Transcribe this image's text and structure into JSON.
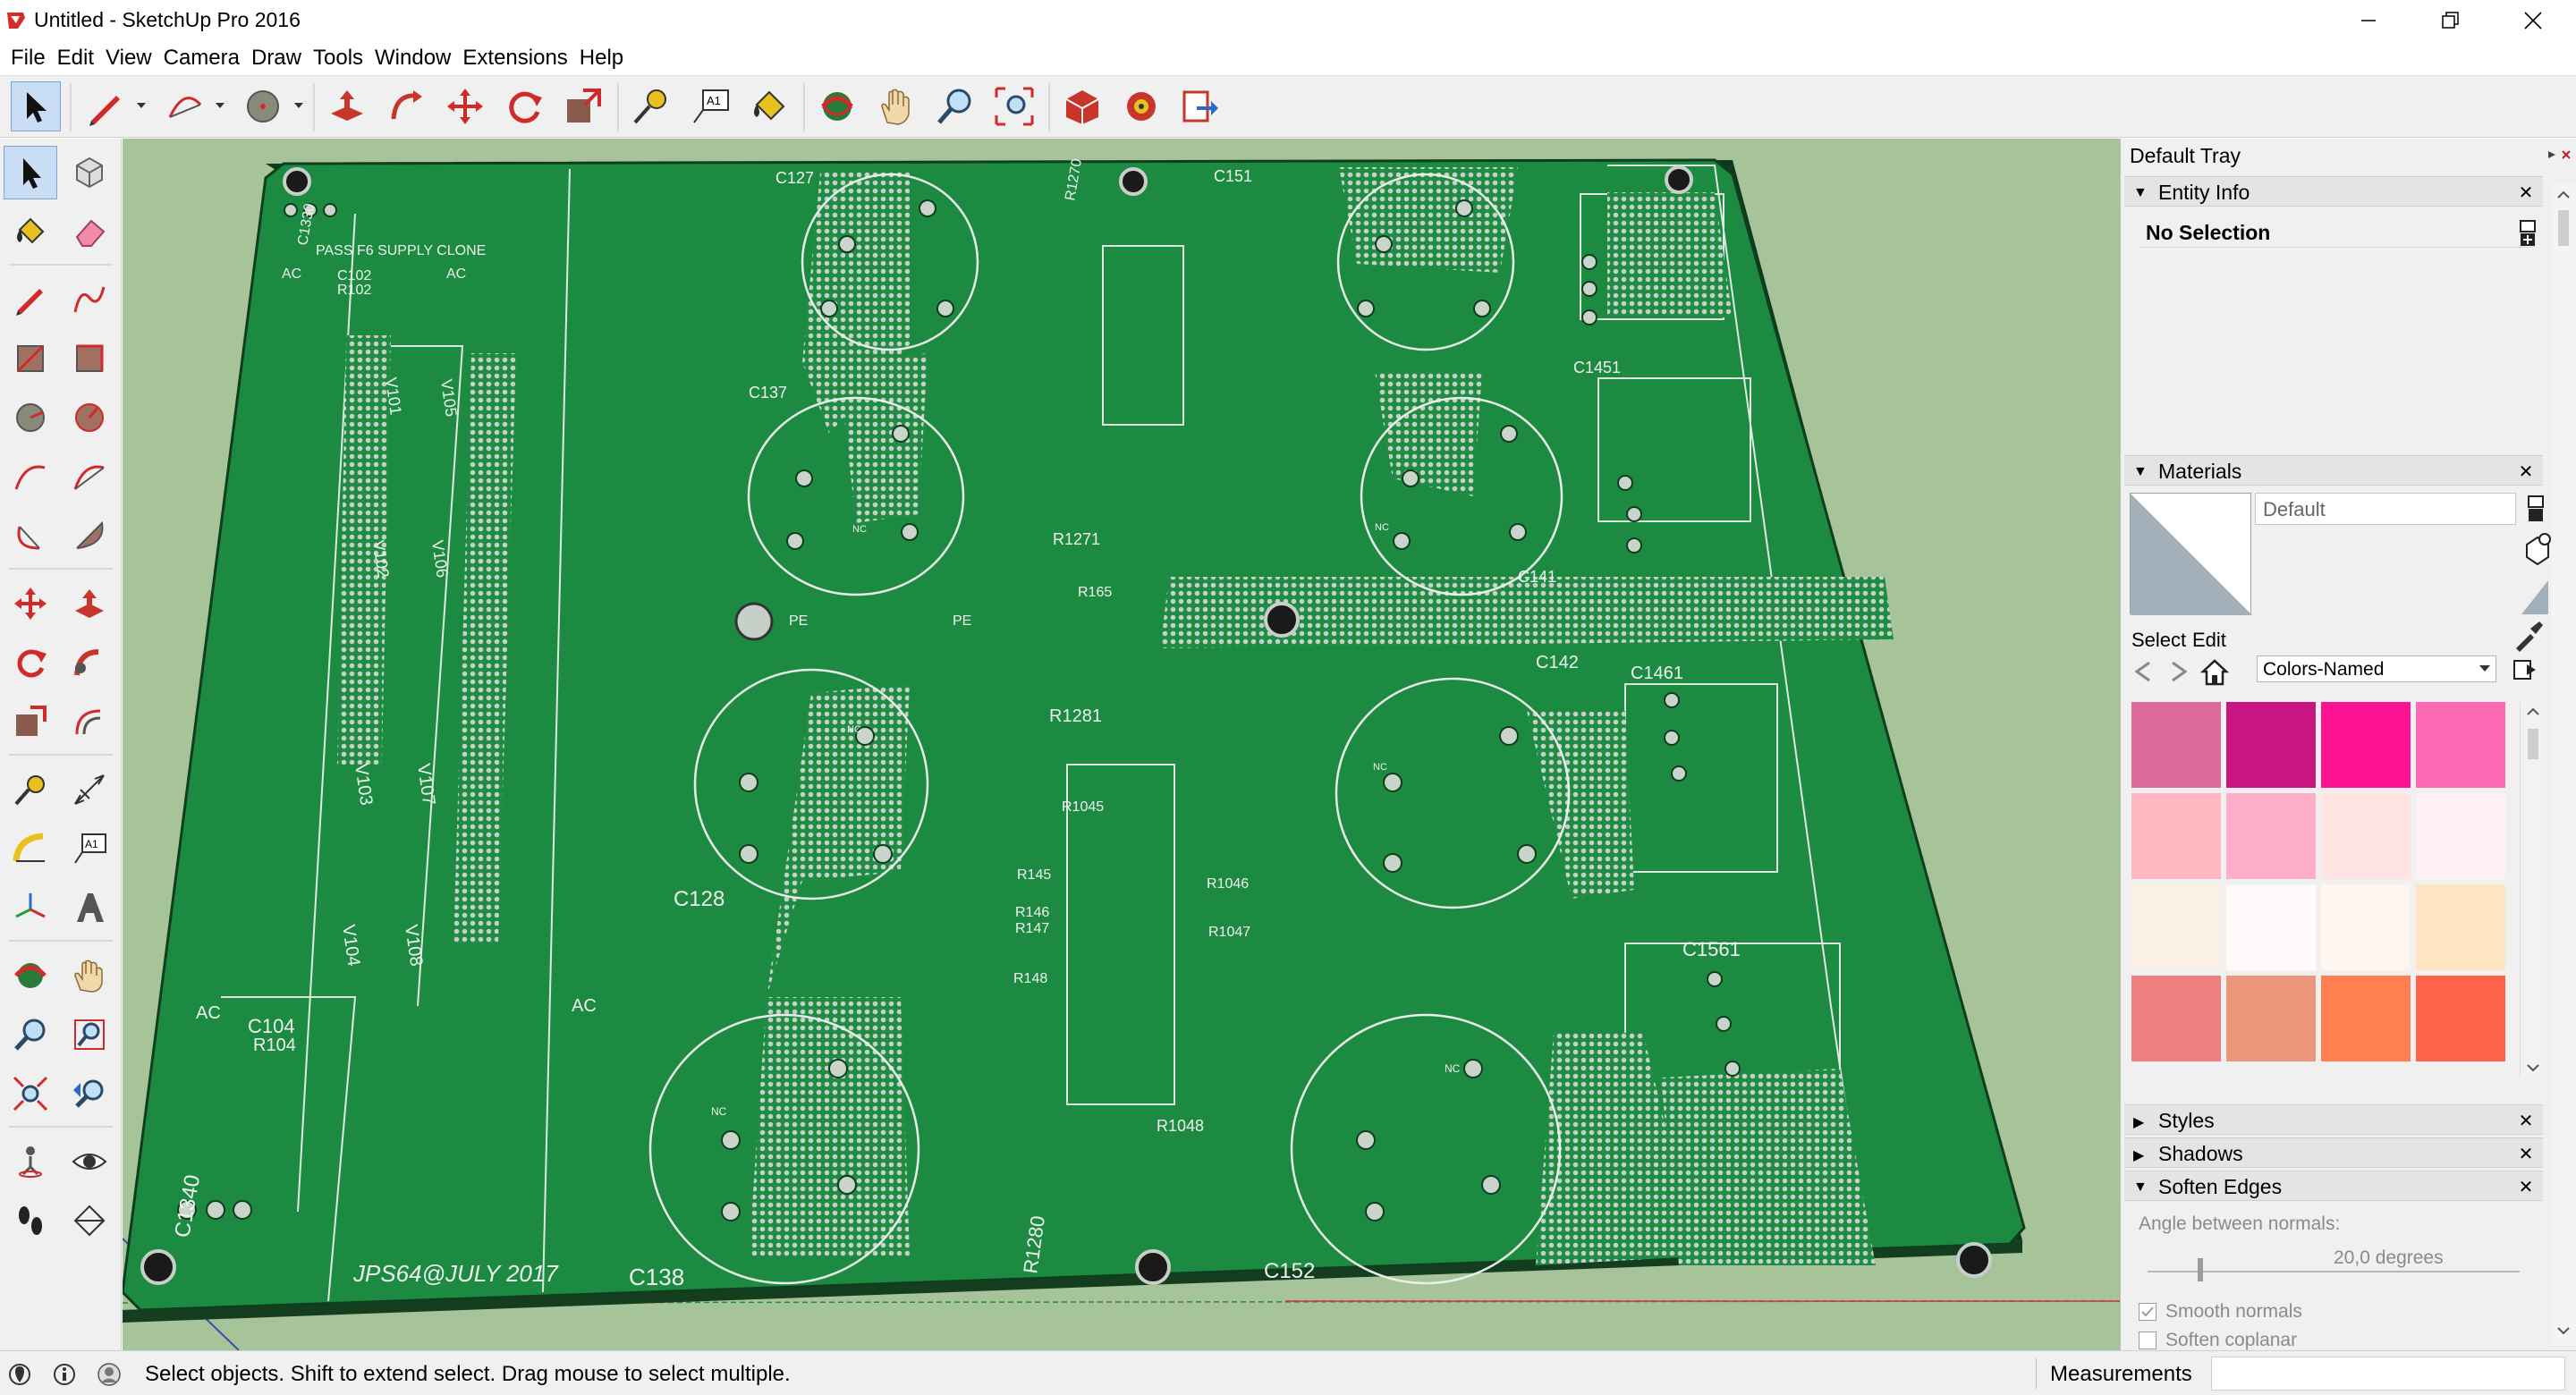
{
  "window": {
    "title": "Untitled - SketchUp Pro 2016"
  },
  "menu": [
    "File",
    "Edit",
    "View",
    "Camera",
    "Draw",
    "Tools",
    "Window",
    "Extensions",
    "Help"
  ],
  "status": {
    "hint": "Select objects. Shift to extend select. Drag mouse to select multiple.",
    "measurements_label": "Measurements"
  },
  "tray": {
    "title": "Default Tray",
    "entity_info": {
      "title": "Entity Info",
      "selection": "No Selection"
    },
    "materials": {
      "title": "Materials",
      "current": "Default",
      "tabs": [
        "Select",
        "Edit"
      ],
      "library": "Colors-Named",
      "swatches": [
        "#db6b9a",
        "#c81582",
        "#fe1493",
        "#fe69b4",
        "#feb6c1",
        "#feaec8",
        "#ffe4e1",
        "#fef0f5",
        "#fbf0e6",
        "#fefafa",
        "#fef5ee",
        "#ffe4c4",
        "#ef7f80",
        "#e9967a",
        "#fe7f50",
        "#fe6347"
      ]
    },
    "panels": {
      "styles": "Styles",
      "shadows": "Shadows",
      "soften_edges": "Soften Edges"
    },
    "soften": {
      "angle_label": "Angle between normals:",
      "angle_value": "20,0  degrees",
      "smooth_normals": "Smooth normals",
      "soften_coplanar": "Soften coplanar"
    }
  },
  "pcb": {
    "labels": {
      "title": "PASS F6 SUPPLY CLONE",
      "credit": "JPS64@JULY 2017",
      "c127": "C127",
      "c151": "C151",
      "c137": "C137",
      "c141": "C141",
      "c142": "C142",
      "c128": "C128",
      "c138": "C138",
      "c152": "C152",
      "c1451": "C1451",
      "c1461": "C1461",
      "c1561": "C1561",
      "c1340": "C1340",
      "c1330": "C1330",
      "c102": "C102",
      "c104": "C104",
      "r102": "R102",
      "r104": "R104",
      "r1270": "R1270",
      "r1271": "R1271",
      "r1281": "R1281",
      "r1280": "R1280",
      "r1045": "R1045",
      "r1046": "R1046",
      "r1047": "R1047",
      "r1048": "R1048",
      "r145": "R145",
      "r146": "R146",
      "r147": "R147",
      "r148": "R148",
      "r165": "R165",
      "v101": "V101",
      "v102": "V102",
      "v103": "V103",
      "v104": "V104",
      "v105": "V105",
      "v106": "V106",
      "v107": "V107",
      "v108": "V108",
      "ac": "AC",
      "pe": "PE",
      "nc": "NC"
    }
  }
}
